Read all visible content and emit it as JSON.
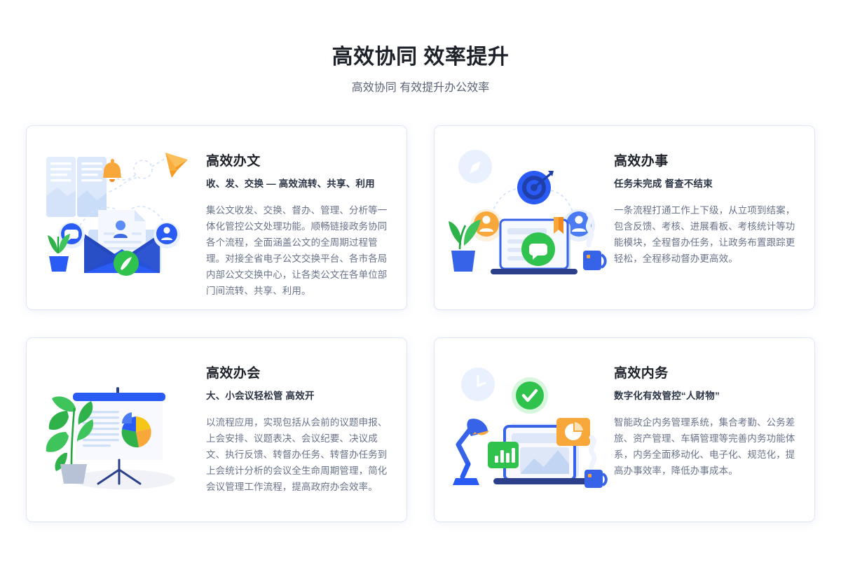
{
  "header": {
    "title": "高效协同 效率提升",
    "subtitle": "高效协同 有效提升办公效率"
  },
  "palette": {
    "blue": "#2a5cf5",
    "blue_dark": "#1f3faa",
    "blue_light": "#5b8bf7",
    "blue_pale": "#dfe9fd",
    "blue_paler": "#eef3fe",
    "orange": "#f8a83a",
    "orange_dark": "#f08a1e",
    "green": "#2fc24d",
    "green_dark": "#22a63d",
    "gray_text": "#69738a",
    "title_text": "#1d2129",
    "card_bg": "#ffffff",
    "page_bg": "#ffffff"
  },
  "cards": [
    {
      "id": "efficient-document",
      "art": "document-exchange-illustration",
      "title": "高效办文",
      "subtitle": "收、发、交换 — 高效流转、共享、利用",
      "description": "集公文收发、交换、督办、管理、分析等一体化管控公文处理功能。顺畅链接政务协同各个流程，全面涵盖公文的全周期过程管理。对接全省电子公文交换平台、各市各局内部公文交换中心，让各类公文在各单位部门间流转、共享、利用。"
    },
    {
      "id": "efficient-task",
      "art": "task-supervision-illustration",
      "title": "高效办事",
      "subtitle": "任务未完成 督查不结束",
      "description": "一条流程打通工作上下级，从立项到结案，包含反馈、考核、进展看板、考核统计等功能模块，全程督办任务，让政务布置跟踪更轻松，全程移动督办更高效。"
    },
    {
      "id": "efficient-meeting",
      "art": "meeting-presentation-illustration",
      "title": "高效办会",
      "subtitle": "大、小会议轻松管 高效开",
      "description": "以流程应用，实现包括从会前的议题申报、上会安排、议题表决、会议纪要、决议成文、执行反馈、转督办任务、转督办任务到上会统计分析的会议全生命周期管理，简化会议管理工作流程，提高政府办会效率。"
    },
    {
      "id": "efficient-internal",
      "art": "internal-affairs-illustration",
      "title": "高效内务",
      "subtitle": "数字化有效管控“人财物”",
      "description": "智能政企内务管理系统，集合考勤、公务差旅、资产管理、车辆管理等完善内务功能体系，内务全面移动化、电子化、规范化，提高办事效率，降低办事成本。"
    }
  ]
}
